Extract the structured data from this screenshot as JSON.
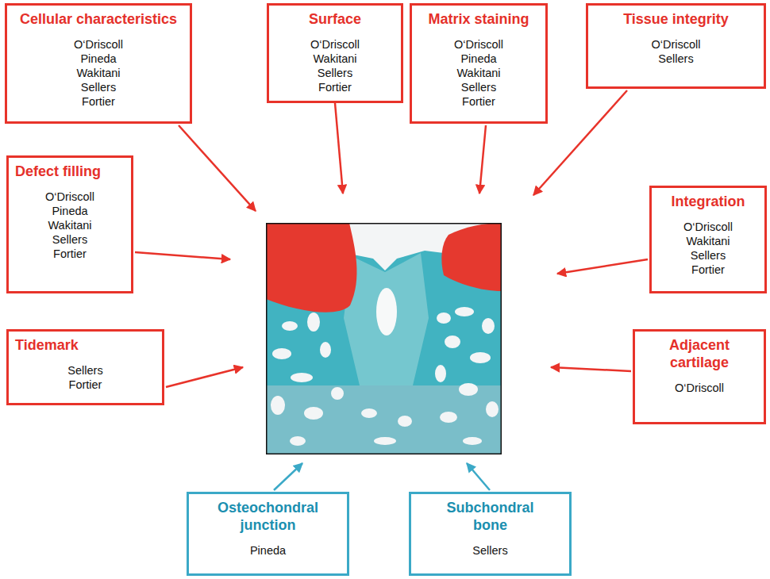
{
  "diagram": {
    "nodes": [
      {
        "text": [
          "Cellular characteristics",
          "O‘Driscoll Pineda Wakitani Sellers Fortier"
        ]
      },
      {
        "text": [
          "Surface",
          "O‘Driscoll Wakitani Sellers Fortier"
        ]
      },
      {
        "text": [
          "Matrix staining",
          "O‘Driscoll Pineda Wakitani Sellers Fortier"
        ]
      },
      {
        "text": [
          "Tissue integrity",
          "O‘Driscoll Sellers"
        ]
      },
      {
        "text": [
          "Defect filling",
          "O‘Driscoll Pineda Wakitani Sellers Fortier"
        ]
      },
      {
        "text": [
          "Integration",
          "O‘Driscoll Wakitani Sellers Fortier"
        ]
      },
      {
        "text": [
          "Tidemark",
          "Sellers Fortier"
        ]
      },
      {
        "text": [
          "Adjacent cartilage",
          "O‘Driscoll"
        ]
      },
      {
        "text": [
          "Osteochondral junction",
          "Pineda"
        ]
      },
      {
        "text": [
          "Subchondral bone",
          "Sellers"
        ]
      }
    ]
  }
}
